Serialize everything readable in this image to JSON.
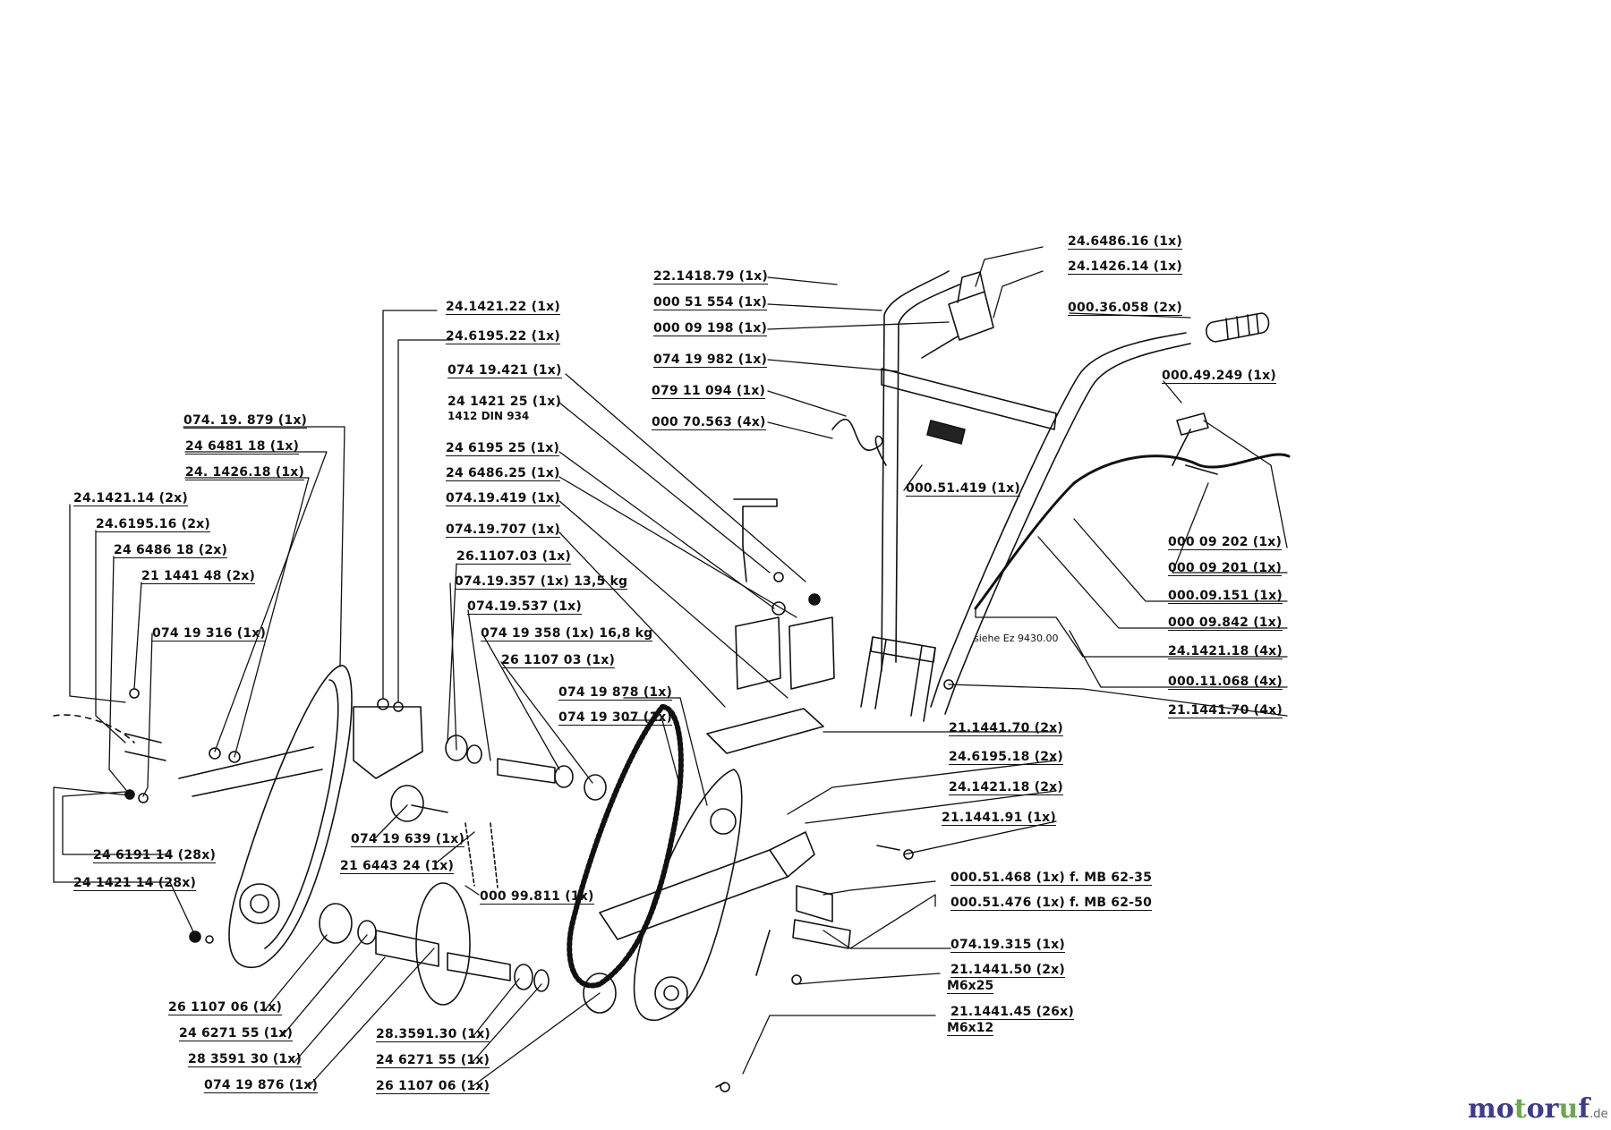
{
  "labels": {
    "l_22_1418_79": "22.1418.79 (1x)",
    "l_000_51_554": "000 51 554 (1x)",
    "l_000_09_198": "000 09 198 (1x)",
    "l_074_19_982": "074 19 982 (1x)",
    "l_079_11_094": "079 11 094 (1x)",
    "l_000_70_563": "000 70.563 (4x)",
    "l_000_51_419": "000.51.419 (1x)",
    "l_24_6486_16": "24.6486.16 (1x)",
    "l_24_1426_14": "24.1426.14 (1x)",
    "l_000_36_058": "000.36.058 (2x)",
    "l_000_49_249": "000.49.249 (1x)",
    "l_000_09_202": "000 09 202 (1x)",
    "l_000_09_201": "000 09 201 (1x)",
    "l_000_09_151": "000.09.151 (1x)",
    "l_000_09_842": "000 09.842 (1x)",
    "l_24_1421_18_4x": "24.1421.18 (4x)",
    "l_000_11_068": "000.11.068 (4x)",
    "l_21_1441_70_4x": "21.1441.70 (4x)",
    "l_siehe": "siehe Ez 9430.00",
    "l_21_1441_70_2x": "21.1441.70 (2x)",
    "l_24_6195_18": "24.6195.18 (2x)",
    "l_24_1421_18_2x": "24.1421.18 (2x)",
    "l_21_1441_91": "21.1441.91 (1x)",
    "l_000_51_468": "000.51.468 (1x) f. MB 62-35",
    "l_000_51_476": "000.51.476 (1x) f. MB 62-50",
    "l_074_19_315_r": "074.19.315 (1x)",
    "l_21_1441_50": "21.1441.50 (2x)",
    "l_m6x25": "M6x25",
    "l_21_1441_45": "21.1441.45 (26x)",
    "l_m6x12": "M6x12",
    "l_24_1421_22": "24.1421.22 (1x)",
    "l_24_6195_22": "24.6195.22 (1x)",
    "l_074_19_421": "074 19.421 (1x)",
    "l_24_1421_25": "24 1421 25 (1x)",
    "l_1412_din": "1412 DIN 934",
    "l_24_6195_25": "24 6195 25 (1x)",
    "l_24_6486_25": "24 6486.25 (1x)",
    "l_074_19_419": "074.19.419 (1x)",
    "l_074_19_707": "074.19.707 (1x)",
    "l_26_1107_03_a": "26.1107.03 (1x)",
    "l_074_19_357": "074.19.357 (1x) 13,5 kg",
    "l_074_19_537": "074.19.537 (1x)",
    "l_074_19_358": "074 19 358 (1x) 16,8 kg",
    "l_26_1107_03_b": "26 1107 03 (1x)",
    "l_074_19_878": "074 19 878 (1x)",
    "l_074_19_307": "074 19 307 (1x)",
    "l_074_19_879": "074. 19. 879 (1x)",
    "l_24_6481_18": "24 6481 18 (1x)",
    "l_24_1426_18": "24. 1426.18 (1x)",
    "l_24_1421_14_2x": "24.1421.14 (2x)",
    "l_24_6195_16": "24.6195.16 (2x)",
    "l_24_6486_18": "24 6486 18 (2x)",
    "l_21_1441_48": "21 1441 48 (2x)",
    "l_074_19_316": "074 19 316 (1x)",
    "l_074_19_639": "074 19 639 (1x)",
    "l_21_6443_24": "21 6443 24 (1x)",
    "l_000_99_811": "000 99.811 (1x)",
    "l_24_6191_14": "24 6191 14 (28x)",
    "l_24_1421_14_28x": "24 1421 14 (28x)",
    "l_26_1107_06_a": "26 1107 06 (1x)",
    "l_24_6271_55_a": "24 6271 55 (1x)",
    "l_28_3591_30_a": "28 3591 30 (1x)",
    "l_074_19_876": "074 19 876 (1x)",
    "l_28_3591_30_b": "28.3591.30 (1x)",
    "l_24_6271_55_b": "24 6271 55 (1x)",
    "l_26_1107_06_b": "26 1107 06 (1x)"
  },
  "logo": {
    "brand": "motoruf",
    "tld": ".de"
  },
  "colors": {
    "ink": "#111111",
    "logo_green": "#6aa84f",
    "logo_purple": "#3d3b8e"
  }
}
